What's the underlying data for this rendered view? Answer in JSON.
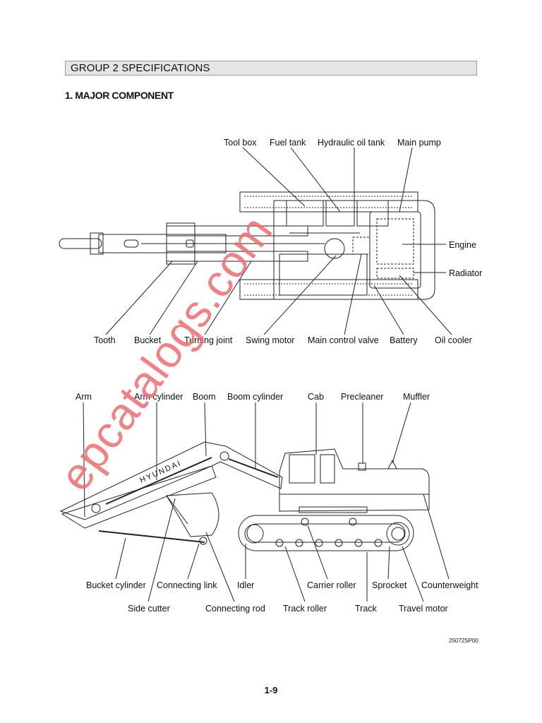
{
  "header": {
    "group_title": "GROUP  2  SPECIFICATIONS"
  },
  "section": {
    "title": "1.  MAJOR COMPONENT"
  },
  "top_view": {
    "labels": {
      "tool_box": "Tool box",
      "fuel_tank": "Fuel tank",
      "hydraulic_oil_tank": "Hydraulic oil tank",
      "main_pump": "Main pump",
      "engine": "Engine",
      "radiator": "Radiator",
      "tooth": "Tooth",
      "bucket": "Bucket",
      "turning_joint": "Turning joint",
      "swing_motor": "Swing motor",
      "main_control_valve": "Main control valve",
      "battery": "Battery",
      "oil_cooler": "Oil cooler"
    }
  },
  "side_view": {
    "brand_text": "HYUNDAI",
    "labels": {
      "arm": "Arm",
      "arm_cylinder": "Arm cylinder",
      "boom": "Boom",
      "boom_cylinder": "Boom cylinder",
      "cab": "Cab",
      "precleaner": "Precleaner",
      "muffler": "Muffler",
      "bucket_cylinder": "Bucket cylinder",
      "connecting_link": "Connecting link",
      "idler": "Idler",
      "carrier_roller": "Carrier roller",
      "sprocket": "Sprocket",
      "counterweight": "Counterweight",
      "side_cutter": "Side cutter",
      "connecting_rod": "Connecting rod",
      "track_roller": "Track roller",
      "track": "Track",
      "travel_motor": "Travel motor"
    }
  },
  "figure_code": "25072SP00",
  "page_number": "1-9",
  "watermark": "epcatalogs.com"
}
